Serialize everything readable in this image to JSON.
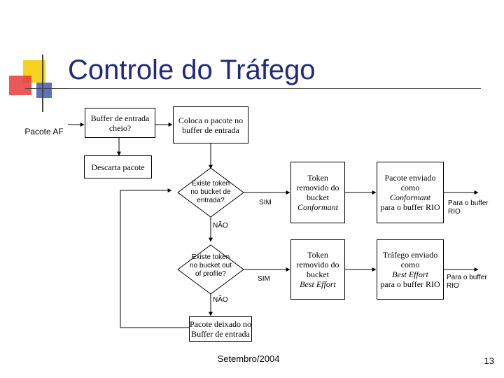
{
  "slide": {
    "title": "Controle do Tráfego",
    "footer": "Setembro/2004",
    "page_number": "13"
  },
  "colors": {
    "title": "#1f2a7a",
    "logo_yellow": "#f5d21e",
    "logo_red": "#e63b3b",
    "logo_blue": "#3c5ab4"
  },
  "nodes": {
    "pacote_af": "Pacote AF",
    "buffer_cheio": "Buffer de entrada cheio?",
    "coloca_pacote": "Coloca o pacote no buffer de entrada",
    "descarta_pacote": "Descarta pacote",
    "decision1": "Existe token no bucket de entrada?",
    "sim1": "SIM",
    "nao1": "NÃO",
    "token_conformant_pre": "Token removido do bucket",
    "token_conformant_em": "Conformant",
    "enviado_conformant_pre": "Pacote enviado como",
    "enviado_conformant_em": "Conformant",
    "enviado_conformant_post": "para o buffer RIO",
    "para_buffer_rio_1": "Para o buffer RIO",
    "decision2": "Existe token no bucket out of profile?",
    "sim2": "SIM",
    "nao2": "NÃO",
    "token_besteffort_pre": "Token removido do bucket",
    "token_besteffort_em": "Best Effort",
    "trafego_pre": "Tráfego enviado como",
    "trafego_em": "Best Effort",
    "trafego_post": "para o buffer RIO",
    "para_buffer_rio_2": "Para o buffer RIO",
    "pacote_deixado": "Pacote deixado no Buffer de entrada"
  }
}
